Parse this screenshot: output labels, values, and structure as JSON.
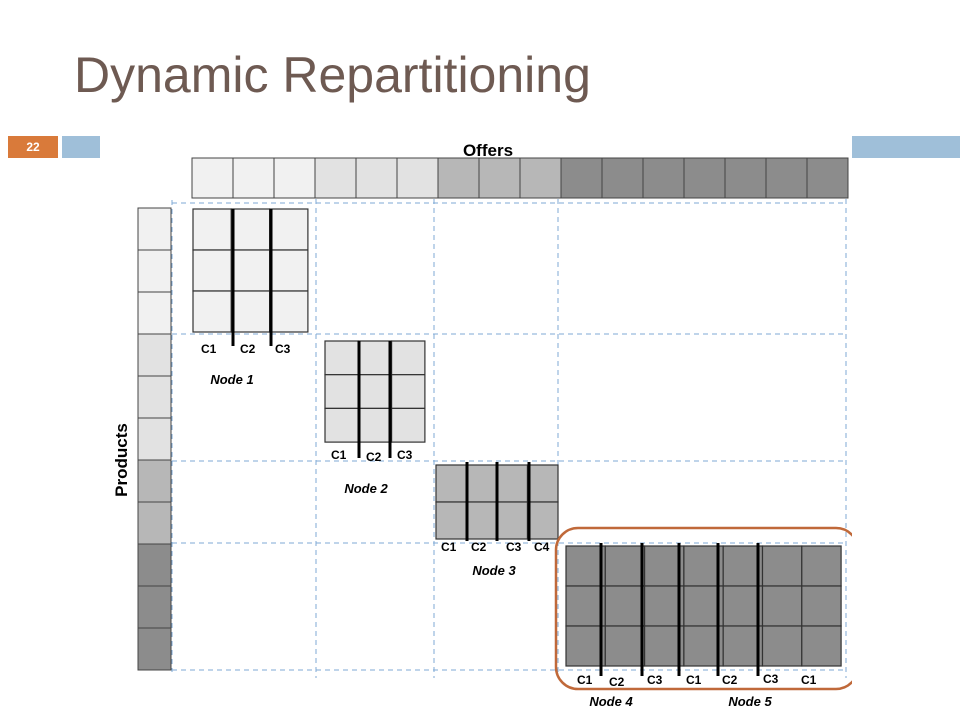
{
  "slide": {
    "title": "Dynamic Repartitioning",
    "slide_number": "22"
  },
  "diagram": {
    "header_label": "Offers",
    "side_label": "Products",
    "offer_shades": [
      "#f1f1f1",
      "#f1f1f1",
      "#f1f1f1",
      "#e2e2e2",
      "#e2e2e2",
      "#e2e2e2",
      "#b7b7b7",
      "#b7b7b7",
      "#b7b7b7",
      "#8c8c8c",
      "#8c8c8c",
      "#8c8c8c",
      "#8c8c8c",
      "#8c8c8c",
      "#8c8c8c",
      "#8c8c8c"
    ],
    "product_shades": [
      "#f1f1f1",
      "#f1f1f1",
      "#f1f1f1",
      "#e2e2e2",
      "#e2e2e2",
      "#e2e2e2",
      "#b7b7b7",
      "#b7b7b7",
      "#8c8c8c",
      "#8c8c8c",
      "#8c8c8c"
    ],
    "nodes": [
      {
        "name": "Node 1",
        "columns": [
          "C1",
          "C2",
          "C3"
        ],
        "shade": "#f1f1f1"
      },
      {
        "name": "Node 2",
        "columns": [
          "C1",
          "C2",
          "C3"
        ],
        "shade": "#e2e2e2"
      },
      {
        "name": "Node 3",
        "columns": [
          "C1",
          "C2",
          "C3",
          "C4"
        ],
        "shade": "#b7b7b7"
      },
      {
        "name": "Node 4",
        "columns": [
          "C1",
          "C2",
          "C3"
        ],
        "shade": "#8c8c8c"
      },
      {
        "name": "Node 5",
        "columns": [
          "C1",
          "C2",
          "C3",
          "C1"
        ],
        "shade": "#8c8c8c"
      }
    ],
    "highlight_color": "#c0693a",
    "grid_line_color": "#7faad6"
  }
}
